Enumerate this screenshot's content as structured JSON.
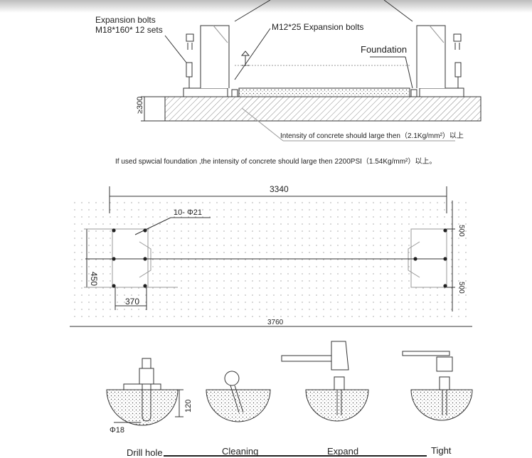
{
  "top_section": {
    "bolts_label_line1": "Expansion bolts",
    "bolts_label_line2": "M18*160*  12 sets",
    "m12_label": "M12*25 Expansion bolts",
    "foundation_label": "Foundation",
    "depth_label": "≥300",
    "intensity_note": "Intensity of concrete should large then（2.1Kg/mm²）以上",
    "special_note": "If used spwcial foundation ,the intensity of concrete should large then 2200PSI（1.54Kg/mm²）以上。"
  },
  "plan_section": {
    "dim_3340": "3340",
    "dim_3760": "3760",
    "dim_450": "450",
    "dim_370": "370",
    "dim_500_top": "500",
    "dim_500_bottom": "500",
    "holes_label": "10- Φ21"
  },
  "steps": {
    "dim_120": "120",
    "dia_18": "Φ18",
    "items": [
      {
        "label": "Drill hole"
      },
      {
        "label": "Cleaning"
      },
      {
        "label": "Expand"
      },
      {
        "label": "Tight"
      }
    ]
  },
  "colors": {
    "line": "#333333",
    "hatch": "#555555",
    "dot": "#bbbbbb"
  }
}
